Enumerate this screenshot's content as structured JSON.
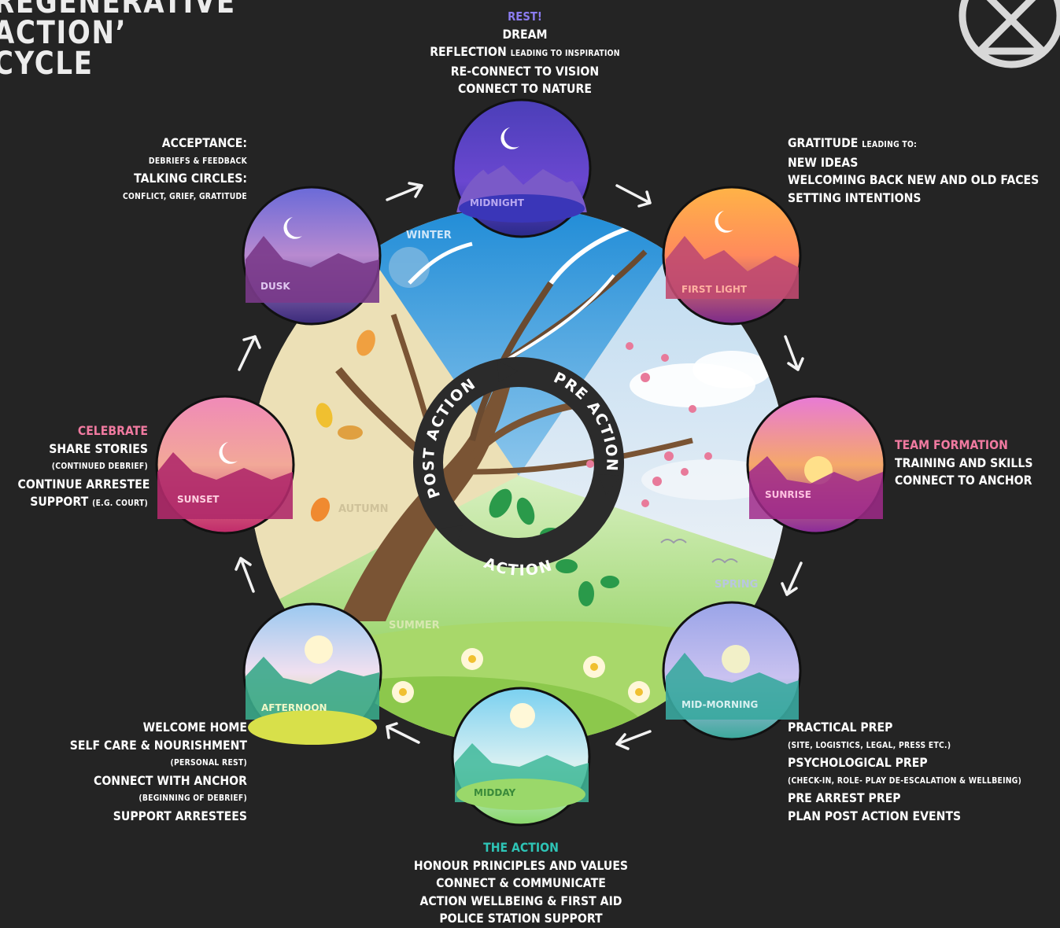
{
  "title": {
    "lines": [
      "REGENERATIVE",
      "ACTION’",
      "CYCLE"
    ]
  },
  "logo": {
    "icon": "extinction-symbol-icon"
  },
  "colors": {
    "background": "#242424",
    "rest": "#8b7cf0",
    "celebrate": "#f07aa0",
    "team": "#f07aa0",
    "action": "#2ec4b6"
  },
  "center": {
    "labels": [
      "POST ACTION",
      "PRE ACTION",
      "ACTION"
    ],
    "seasons": [
      "WINTER",
      "AUTUMN",
      "SPRING",
      "SUMMER"
    ]
  },
  "phases": [
    {
      "name": "MIDNIGHT"
    },
    {
      "name": "FIRST LIGHT"
    },
    {
      "name": "SUNRISE"
    },
    {
      "name": "MID-MORNING"
    },
    {
      "name": "MIDDAY"
    },
    {
      "name": "AFTERNOON"
    },
    {
      "name": "SUNSET"
    },
    {
      "name": "DUSK"
    }
  ],
  "blocks": {
    "rest": {
      "heading": "REST!",
      "l1": "DREAM",
      "l2a": "REFLECTION",
      "l2b": "LEADING TO INSPIRATION",
      "l3": "RE-CONNECT TO VISION",
      "l4": "CONNECT TO NATURE"
    },
    "gratitude": {
      "l1a": "GRATITUDE",
      "l1b": "LEADING TO:",
      "l2": "NEW IDEAS",
      "l3": "WELCOMING BACK NEW AND OLD FACES",
      "l4": "SETTING INTENTIONS"
    },
    "team": {
      "heading": "TEAM FORMATION",
      "l2": "TRAINING AND SKILLS",
      "l3": "CONNECT TO ANCHOR"
    },
    "practical": {
      "l1": "PRACTICAL PREP",
      "l2": "(SITE, LOGISTICS, LEGAL, PRESS ETC.)",
      "l3": "PSYCHOLOGICAL PREP",
      "l4": "(CHECK-IN, ROLE- PLAY DE-ESCALATION & WELLBEING)",
      "l5": "PRE ARREST PREP",
      "l6": "PLAN POST ACTION EVENTS"
    },
    "action": {
      "heading": "THE ACTION",
      "l2": "HONOUR PRINCIPLES AND VALUES",
      "l3": "CONNECT & COMMUNICATE",
      "l4": "ACTION WELLBEING & FIRST AID",
      "l5": "POLICE STATION SUPPORT"
    },
    "welcome": {
      "l1": "WELCOME HOME",
      "l2": "SELF CARE & NOURISHMENT",
      "l3": "(PERSONAL REST)",
      "l4": "CONNECT WITH ANCHOR",
      "l5": "(BEGINNING OF DEBRIEF)",
      "l6": "SUPPORT ARRESTEES"
    },
    "celebrate": {
      "heading": "CELEBRATE",
      "l2": "SHARE STORIES",
      "l3": "(CONTINUED DEBRIEF)",
      "l4": "CONTINUE ARRESTEE",
      "l5a": "SUPPORT",
      "l5b": "(E.G. COURT)"
    },
    "acceptance": {
      "l1": "ACCEPTANCE:",
      "l2": "DEBRIEFS & FEEDBACK",
      "l3": "TALKING CIRCLES:",
      "l4": "CONFLICT, GRIEF, GRATITUDE"
    }
  }
}
